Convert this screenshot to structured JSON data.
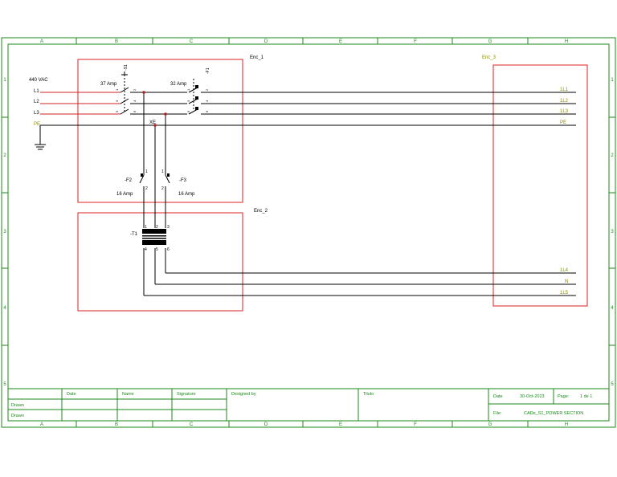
{
  "colors": {
    "border": "#1a8a1a",
    "wire_phase": "#cc2222",
    "enclosure": "#dd2222",
    "terminal_label": "#8a8a00",
    "wire": "#000000",
    "node": "#b02020"
  },
  "grid": {
    "columns": [
      "A",
      "B",
      "C",
      "D",
      "E",
      "F",
      "G",
      "H"
    ],
    "rows": [
      "1",
      "2",
      "3",
      "4",
      "5"
    ]
  },
  "supply": {
    "voltage": "440 VAC",
    "phases": [
      "L1",
      "L2",
      "L3"
    ],
    "earth": "PE"
  },
  "enclosures": {
    "enc1": "Enc_1",
    "enc2": "Enc_2",
    "enc3": "Enc_3"
  },
  "components": {
    "s1": {
      "tag": "-S1",
      "rating": "37 Amp",
      "pins": [
        "1",
        "2",
        "3",
        "4",
        "5",
        "6"
      ]
    },
    "f1": {
      "tag": "-F1",
      "rating": "32 Amp",
      "pins": [
        "1",
        "2",
        "3",
        "4",
        "5",
        "6"
      ]
    },
    "f2": {
      "tag": "-F2",
      "rating": "16 Amp",
      "pins": [
        "1",
        "2"
      ]
    },
    "f3": {
      "tag": "-F3",
      "rating": "16 Amp",
      "pins": [
        "1",
        "2"
      ]
    },
    "t1": {
      "tag": "-T1",
      "pins_top": [
        "1",
        "2",
        "3"
      ],
      "pins_bottom": [
        "4",
        "5",
        "6"
      ]
    },
    "xe": "XE"
  },
  "terminals_top": [
    "1L1",
    "1L2",
    "1L3",
    "PE"
  ],
  "terminals_bottom": [
    "1L4",
    "N",
    "1L5"
  ],
  "title_block": {
    "headers": [
      "Date",
      "Name",
      "Signature",
      "Designed by",
      "Titulo"
    ],
    "rows": [
      "Drawn",
      "Drawn"
    ],
    "date_label": "Date",
    "date_value": "30-Oct-2023",
    "page_label": "Page:",
    "page_value": "1 de 1",
    "file_label": "File:",
    "file_value": "CADe_S1_POWER SECTION"
  }
}
